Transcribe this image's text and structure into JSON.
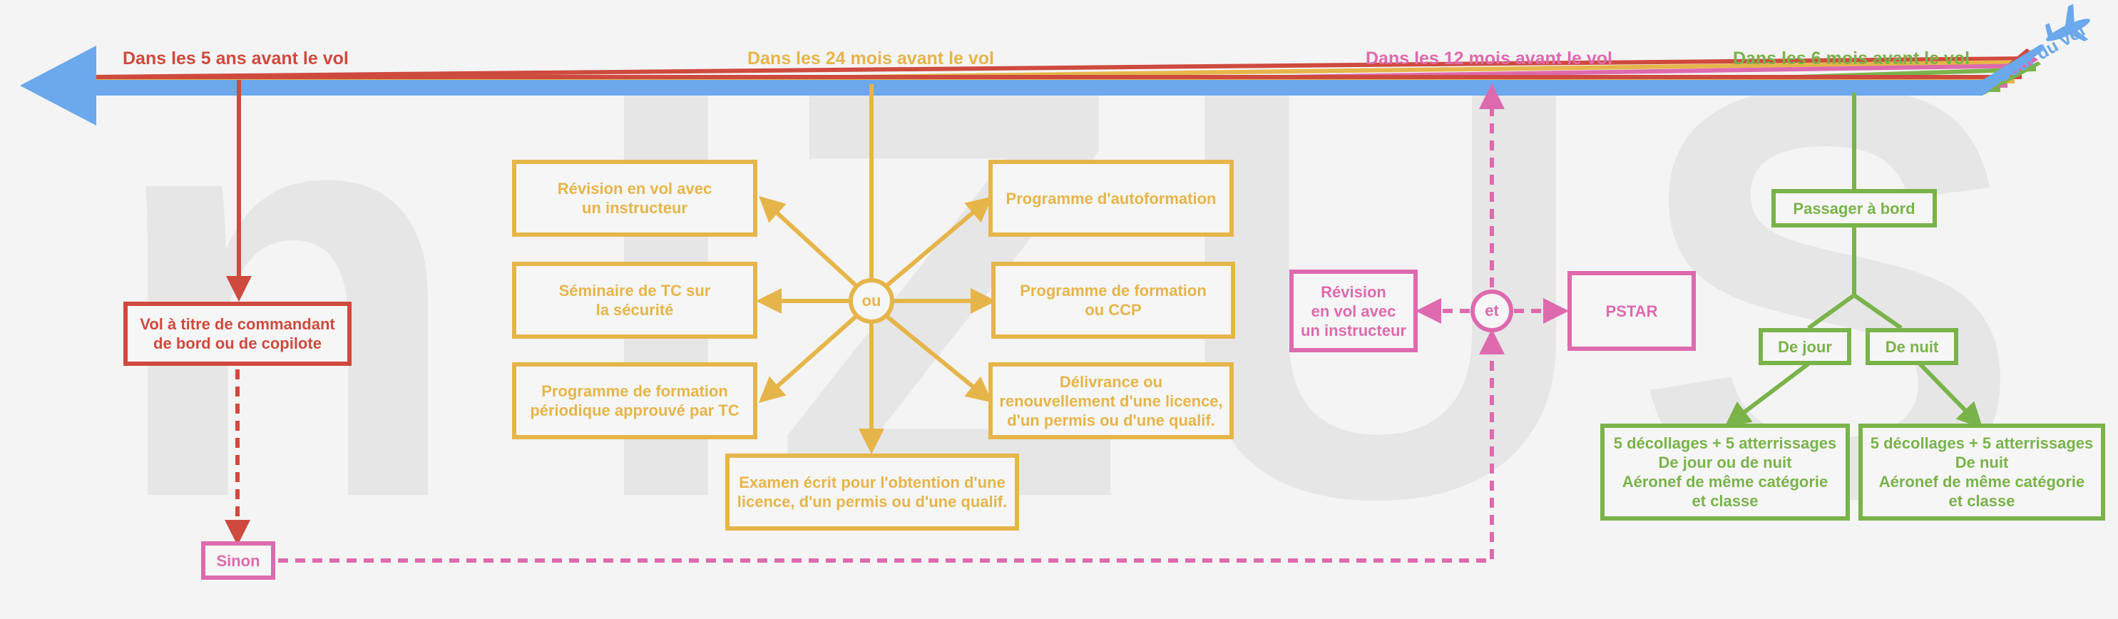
{
  "colors": {
    "blue": "#6ba8ec",
    "red": "#cf4a3e",
    "yellow": "#e6b54a",
    "pink": "#de6aae",
    "green": "#7ab34a",
    "watermark": "#e6e6e6"
  },
  "watermark": {
    "l1": "n",
    "l2": "I",
    "l3": "Z",
    "l4": "U",
    "l5": "S"
  },
  "headers": {
    "five_years": "Dans les 5 ans avant le vol",
    "twenty_four_months": "Dans les 24 mois avant le vol",
    "twelve_months": "Dans les 12 mois avant le vol",
    "six_months": "Dans les 6 mois avant le vol",
    "flight_day": "Jour du vol"
  },
  "icons": {
    "plane": "airplane-icon"
  },
  "red_branch": {
    "pic_box": "Vol à titre de commandant\nde bord ou de copilote",
    "otherwise_box": "Sinon"
  },
  "yellow_branch": {
    "hub": "ou",
    "flight_review": "Révision en vol avec\nun instructeur",
    "self_study": "Programme d'autoformation",
    "safety_seminar": "Séminaire de TC sur\nla sécurité",
    "ccp_program": "Programme de formation\nou CCP",
    "recurrent_program": "Programme de formation\npériodique approuvé par TC",
    "licence_issue": "Délivrance ou\nrenouvellement d'une licence,\nd'un permis ou d'une qualif.",
    "written_exam": "Examen écrit pour l'obtention d'une\nlicence, d'un permis ou d'une qualif."
  },
  "pink_branch": {
    "hub": "et",
    "flight_review": "Révision\nen vol avec\nun instructeur",
    "pstar": "PSTAR"
  },
  "green_branch": {
    "passengers": "Passager à bord",
    "day": "De jour",
    "night": "De nuit",
    "day_req": "5 décollages + 5 atterrissages\nDe jour ou de nuit\nAéronef de même catégorie\net classe",
    "night_req": "5 décollages + 5 atterrissages\nDe nuit\nAéronef de même catégorie\net classe"
  }
}
